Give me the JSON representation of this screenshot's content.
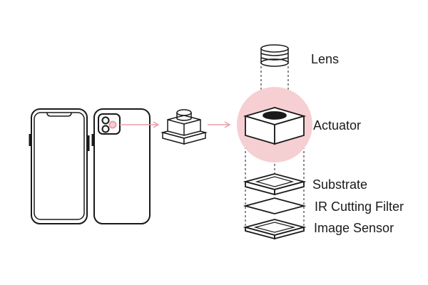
{
  "labels": {
    "lens": "Lens",
    "actuator": "Actuator",
    "substrate": "Substrate",
    "ir_filter": "IR Cutting Filter",
    "image_sensor": "Image Sensor"
  },
  "colors": {
    "stroke": "#1a1a1a",
    "accent": "#e8a0a8",
    "highlight": "#f6cfd3"
  },
  "icons": {
    "phone_front": "smartphone-front-icon",
    "phone_back": "smartphone-back-icon",
    "camera_module": "camera-module-icon"
  }
}
